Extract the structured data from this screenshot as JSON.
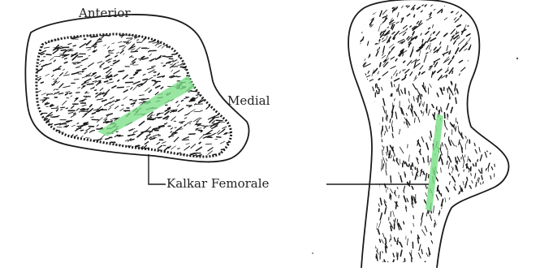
{
  "labels": {
    "anterior": "Anterior",
    "medial": "Medial",
    "kalkar_femorale": "Kalkar Femorale"
  },
  "colors": {
    "ink": "#1a1a1a",
    "highlight": "#7ee08a",
    "background": "#ffffff"
  }
}
